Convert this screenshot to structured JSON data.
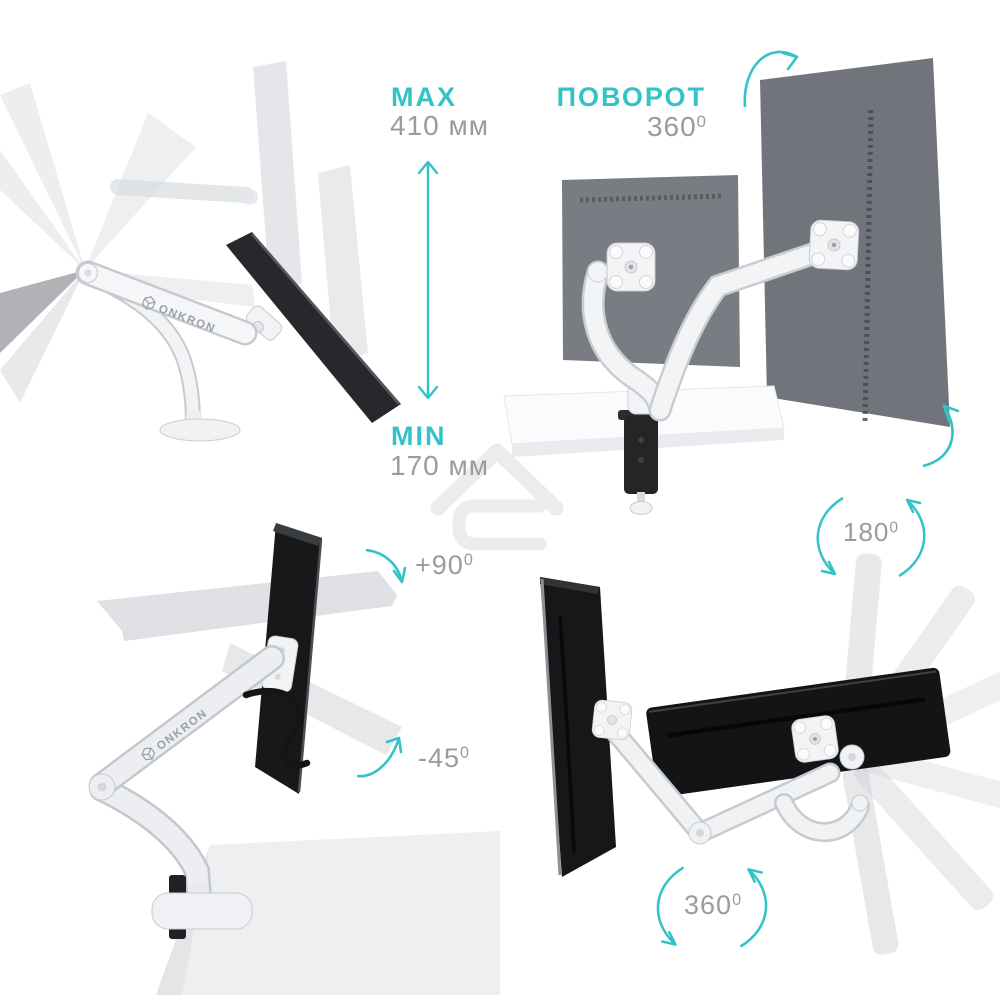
{
  "brand": "ONKRON",
  "degree_symbol": "0",
  "colors": {
    "accent_teal": "#33c3c6",
    "label_gray": "#9b9b9b",
    "monitor_gray": "#75797f",
    "monitor_black": "#17181a",
    "arm_white": "#f3f4f6",
    "watermark_gray": "#ececec"
  },
  "sections": {
    "height_adjustment": {
      "max_label": "MAX",
      "max_value": "410 мм",
      "min_label": "MIN",
      "min_value": "170 мм"
    },
    "rotation": {
      "label": "ПОВОРОТ",
      "value": "360"
    },
    "tilt": {
      "up_value": "+90",
      "down_value": "-45"
    },
    "swivel": {
      "arm_value": "180",
      "base_value": "360"
    }
  }
}
